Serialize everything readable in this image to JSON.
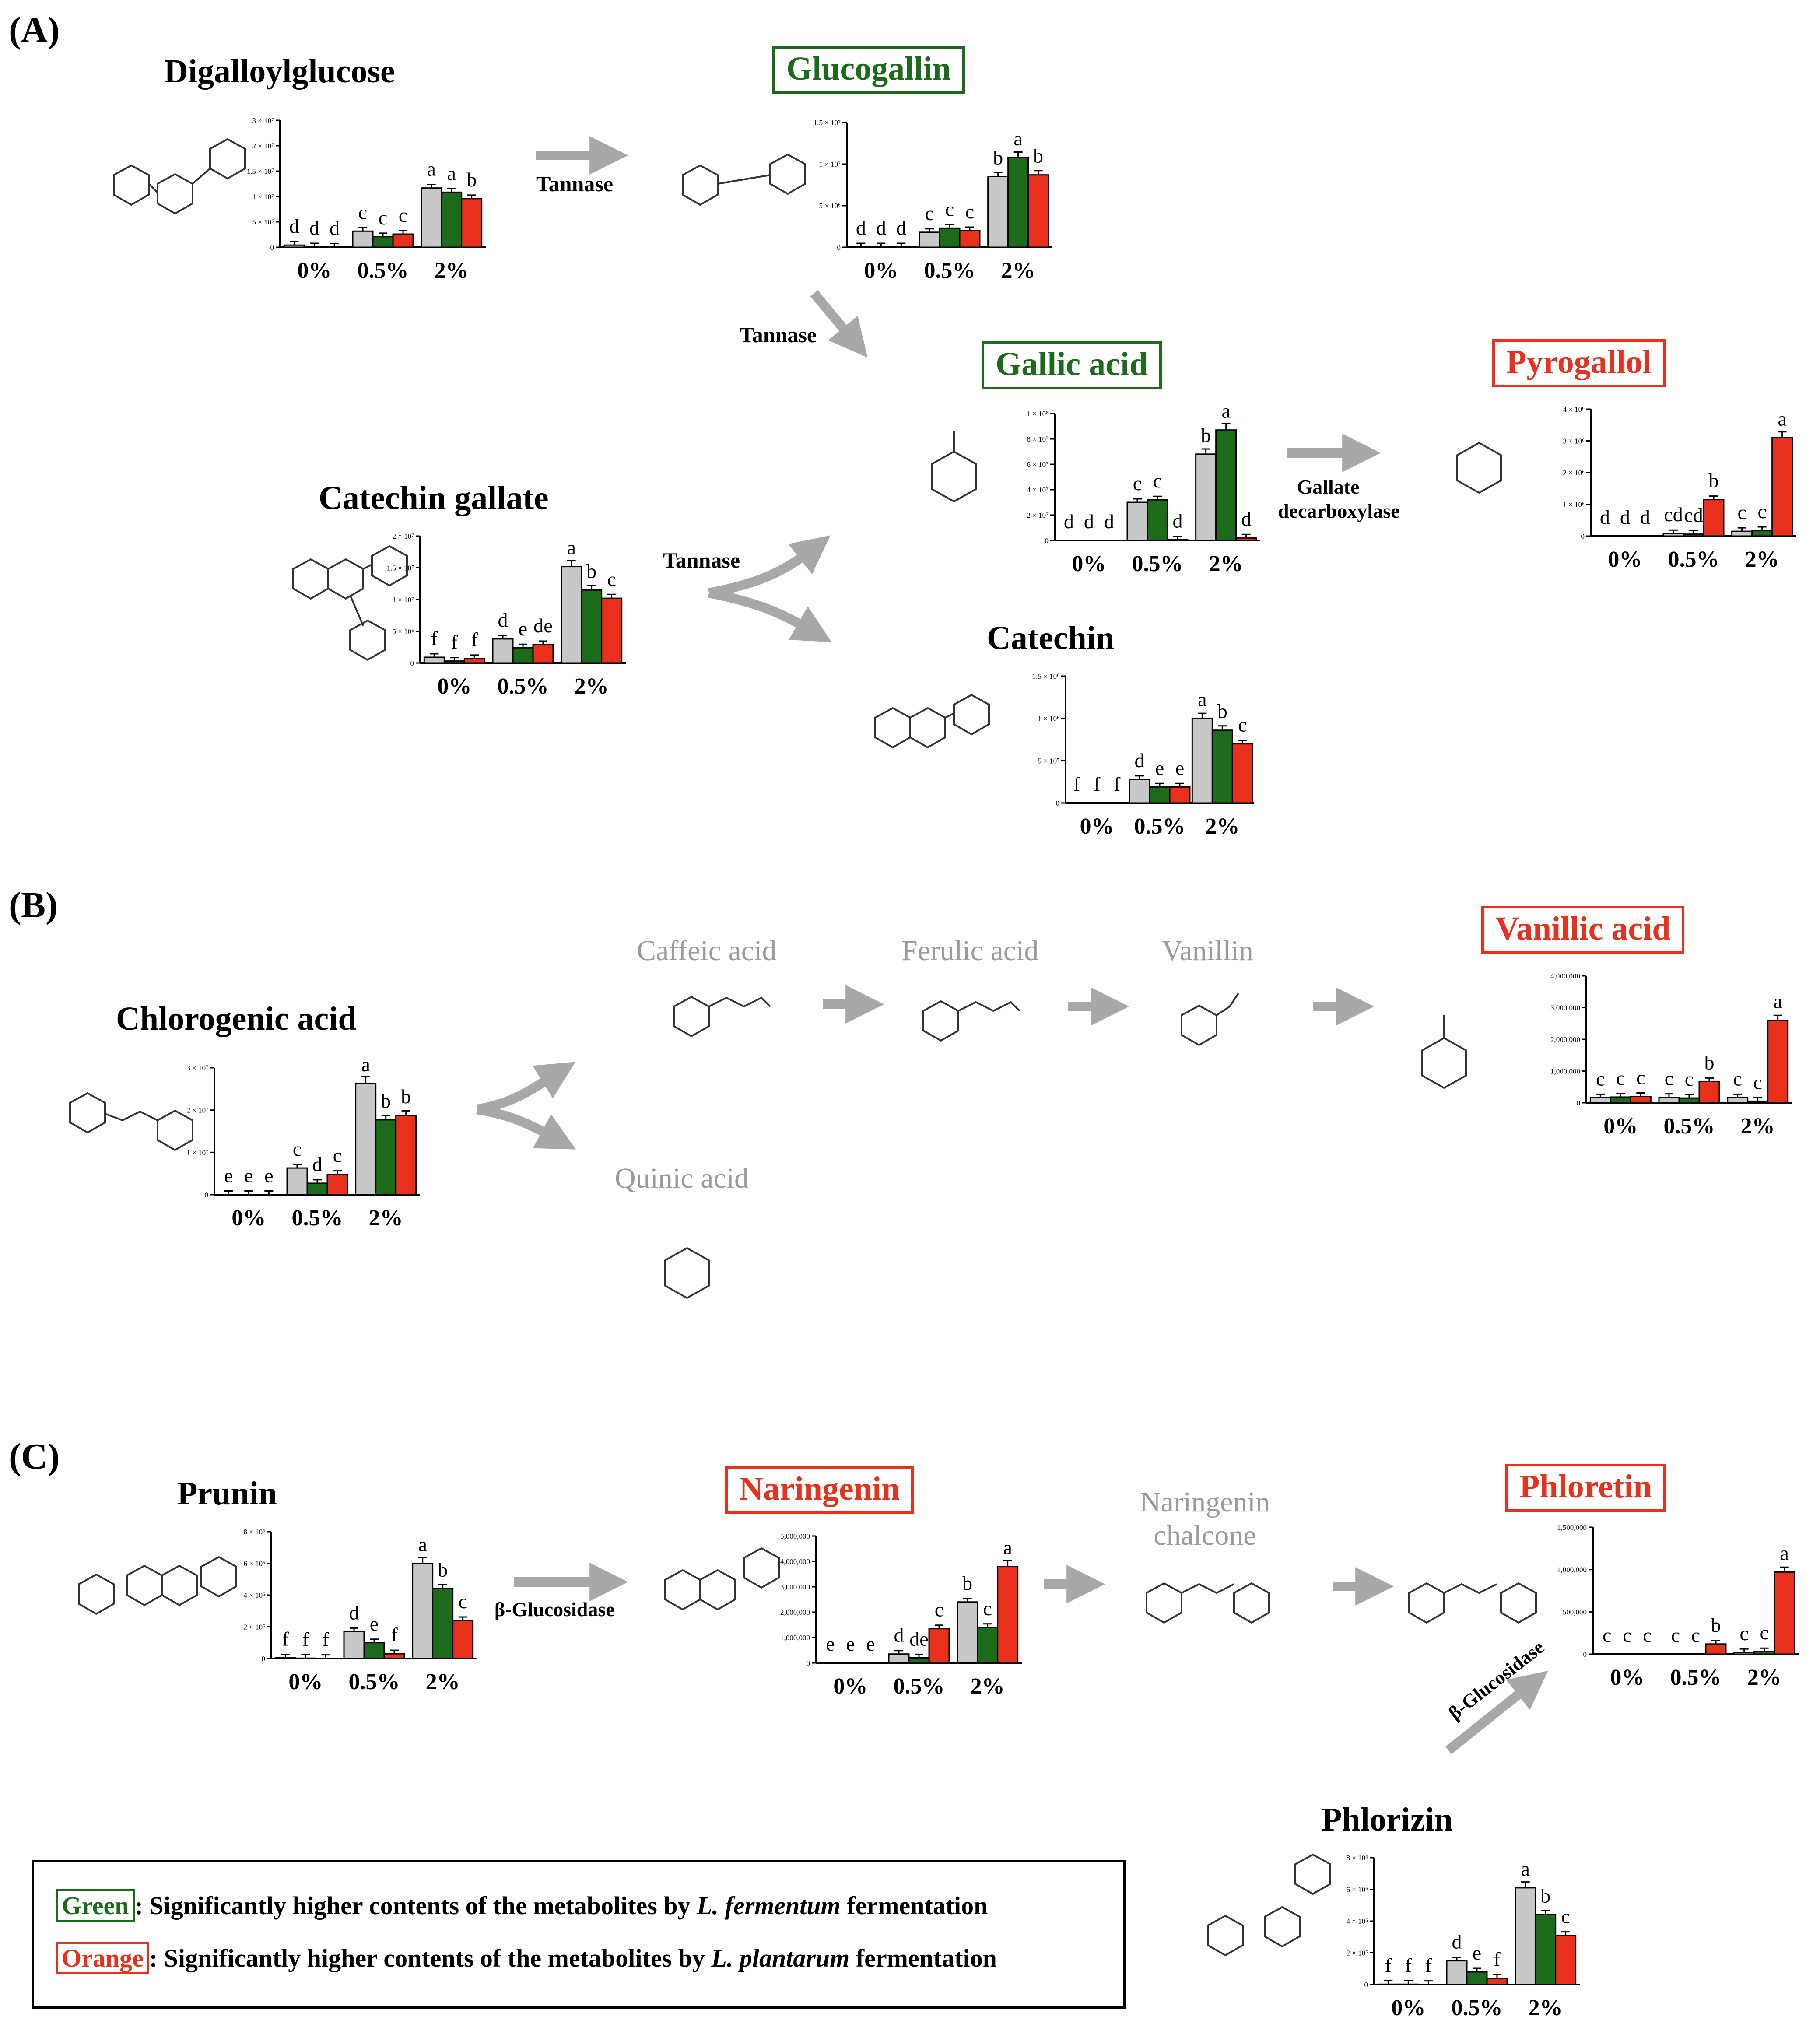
{
  "panels": {
    "a": "(A)",
    "b": "(B)",
    "c": "(C)"
  },
  "titles": {
    "digalloylglucose": "Digalloylglucose",
    "glucogallin": "Glucogallin",
    "gallic_acid": "Gallic acid",
    "pyrogallol": "Pyrogallol",
    "catechin_gallate": "Catechin gallate",
    "catechin": "Catechin",
    "chlorogenic_acid": "Chlorogenic acid",
    "caffeic_acid": "Caffeic acid",
    "ferulic_acid": "Ferulic acid",
    "vanillin": "Vanillin",
    "vanillic_acid": "Vanillic acid",
    "quinic_acid": "Quinic acid",
    "prunin": "Prunin",
    "naringenin": "Naringenin",
    "naringenin_chalcone_1": "Naringenin",
    "naringenin_chalcone_2": "chalcone",
    "phloretin": "Phloretin",
    "phlorizin": "Phlorizin"
  },
  "enzymes": {
    "tannase_1": "Tannase",
    "tannase_2": "Tannase",
    "tannase_3": "Tannase",
    "gallate_decarboxylase_1": "Gallate",
    "gallate_decarboxylase_2": "decarboxylase",
    "glucosidase_1": "β-Glucosidase",
    "glucosidase_2": "β-Glucosidase"
  },
  "legend": {
    "green_word": "Green",
    "green_text": ": Significantly higher contents of the metabolites by ",
    "green_species": "L. fermentum",
    "green_tail": " fermentation",
    "orange_word": "Orange",
    "orange_text": ": Significantly higher contents of the metabolites by ",
    "orange_species": "L. plantarum",
    "orange_tail": " fermentation"
  },
  "colors": {
    "grey_bar": "#c8c8c8",
    "green_bar": "#1b6b1b",
    "red_bar": "#e8301c",
    "arrow": "#a8a8a8",
    "highlight_green": "#1b6b1b",
    "highlight_orange": "#e8301c"
  },
  "chart_data": [
    {
      "name": "Digalloylglucose",
      "type": "bar",
      "categories": [
        "0%",
        "0.5%",
        "2%"
      ],
      "ylim": [
        0,
        30000000
      ],
      "ytick_labels": [
        "3 × 10⁷",
        "2 × 10⁷",
        "1.5 × 10⁷",
        "1 × 10⁷",
        "5 × 10⁶",
        "0"
      ],
      "series": [
        {
          "values": [
            500000,
            3800000,
            14000000
          ]
        },
        {
          "values": [
            100000,
            2500000,
            13000000
          ]
        },
        {
          "values": [
            50000,
            3100000,
            11500000
          ]
        }
      ],
      "letters": [
        [
          "d",
          "d",
          "d"
        ],
        [
          "c",
          "c",
          "c"
        ],
        [
          "a",
          "a",
          "b"
        ]
      ]
    },
    {
      "name": "Glucogallin",
      "type": "bar",
      "categories": [
        "0%",
        "0.5%",
        "2%"
      ],
      "ylim": [
        0,
        15000000
      ],
      "ytick_labels": [
        "1.5 × 10⁷",
        "1 × 10⁷",
        "5 × 10⁶",
        "0"
      ],
      "series": [
        {
          "values": [
            50000,
            1800000,
            8500000
          ]
        },
        {
          "values": [
            50000,
            2300000,
            10800000
          ]
        },
        {
          "values": [
            50000,
            2000000,
            8700000
          ]
        }
      ],
      "letters": [
        [
          "d",
          "d",
          "d"
        ],
        [
          "c",
          "c",
          "c"
        ],
        [
          "b",
          "a",
          "b"
        ]
      ]
    },
    {
      "name": "Gallic acid",
      "type": "bar",
      "categories": [
        "0%",
        "0.5%",
        "2%"
      ],
      "ylim": [
        0,
        100000000
      ],
      "ytick_labels": [
        "1 × 10⁸",
        "8 × 10⁷",
        "6 × 10⁷",
        "4 × 10⁷",
        "2 × 10⁷",
        "0"
      ],
      "series": [
        {
          "values": [
            0,
            30000000,
            68000000
          ]
        },
        {
          "values": [
            0,
            32000000,
            87000000
          ]
        },
        {
          "values": [
            0,
            500000,
            2000000
          ]
        }
      ],
      "letters": [
        [
          "d",
          "d",
          "d"
        ],
        [
          "c",
          "c",
          "d"
        ],
        [
          "b",
          "a",
          "d"
        ]
      ]
    },
    {
      "name": "Pyrogallol",
      "type": "bar",
      "categories": [
        "0%",
        "0.5%",
        "2%"
      ],
      "ylim": [
        0,
        4000000
      ],
      "ytick_labels": [
        "4 × 10⁶",
        "3 × 10⁶",
        "2 × 10⁶",
        "1 × 10⁶",
        "0"
      ],
      "series": [
        {
          "values": [
            0,
            80000,
            150000
          ]
        },
        {
          "values": [
            0,
            60000,
            180000
          ]
        },
        {
          "values": [
            0,
            1150000,
            3100000
          ]
        }
      ],
      "letters": [
        [
          "d",
          "d",
          "d"
        ],
        [
          "cd",
          "cd",
          "b"
        ],
        [
          "c",
          "c",
          "a"
        ]
      ]
    },
    {
      "name": "Catechin gallate",
      "type": "bar",
      "categories": [
        "0%",
        "0.5%",
        "2%"
      ],
      "ylim": [
        0,
        20000000
      ],
      "ytick_labels": [
        "2 × 10⁷",
        "1.5 × 10⁷",
        "1 × 10⁷",
        "5 × 10⁶",
        "0"
      ],
      "series": [
        {
          "values": [
            900000,
            3800000,
            15200000
          ]
        },
        {
          "values": [
            300000,
            2400000,
            11500000
          ]
        },
        {
          "values": [
            700000,
            2900000,
            10200000
          ]
        }
      ],
      "letters": [
        [
          "f",
          "f",
          "f"
        ],
        [
          "d",
          "e",
          "de"
        ],
        [
          "a",
          "b",
          "c"
        ]
      ]
    },
    {
      "name": "Catechin",
      "type": "bar",
      "categories": [
        "0%",
        "0.5%",
        "2%"
      ],
      "ylim": [
        0,
        1500000
      ],
      "ytick_labels": [
        "1.5 × 10⁶",
        "1 × 10⁶",
        "5 × 10⁵",
        "0"
      ],
      "series": [
        {
          "values": [
            0,
            280000,
            1000000
          ]
        },
        {
          "values": [
            0,
            190000,
            860000
          ]
        },
        {
          "values": [
            0,
            190000,
            700000
          ]
        }
      ],
      "letters": [
        [
          "f",
          "f",
          "f"
        ],
        [
          "d",
          "e",
          "e"
        ],
        [
          "a",
          "b",
          "c"
        ]
      ]
    },
    {
      "name": "Chlorogenic acid",
      "type": "bar",
      "categories": [
        "0%",
        "0.5%",
        "2%"
      ],
      "ylim": [
        0,
        30000000
      ],
      "ytick_labels": [
        "3 × 10⁷",
        "2 × 10⁷",
        "1 × 10⁷",
        "0"
      ],
      "series": [
        {
          "values": [
            50000,
            6300000,
            26300000
          ]
        },
        {
          "values": [
            50000,
            2700000,
            17700000
          ]
        },
        {
          "values": [
            50000,
            4800000,
            18700000
          ]
        }
      ],
      "letters": [
        [
          "e",
          "e",
          "e"
        ],
        [
          "c",
          "d",
          "c"
        ],
        [
          "a",
          "b",
          "b"
        ]
      ]
    },
    {
      "name": "Vanillic acid",
      "type": "bar",
      "categories": [
        "0%",
        "0.5%",
        "2%"
      ],
      "ylim": [
        0,
        4000000
      ],
      "ytick_labels": [
        "4,000,000",
        "3,000,000",
        "2,000,000",
        "1,000,000",
        "0"
      ],
      "series": [
        {
          "values": [
            160000,
            170000,
            160000
          ]
        },
        {
          "values": [
            180000,
            150000,
            50000
          ]
        },
        {
          "values": [
            200000,
            670000,
            2600000
          ]
        }
      ],
      "letters": [
        [
          "c",
          "c",
          "c"
        ],
        [
          "c",
          "c",
          "b"
        ],
        [
          "c",
          "c",
          "a"
        ]
      ]
    },
    {
      "name": "Prunin",
      "type": "bar",
      "categories": [
        "0%",
        "0.5%",
        "2%"
      ],
      "ylim": [
        0,
        8000000
      ],
      "ytick_labels": [
        "8 × 10⁶",
        "6 × 10⁶",
        "4 × 10⁶",
        "2 × 10⁶",
        "0"
      ],
      "series": [
        {
          "values": [
            40000,
            1700000,
            6000000
          ]
        },
        {
          "values": [
            20000,
            1000000,
            4400000
          ]
        },
        {
          "values": [
            10000,
            300000,
            2400000
          ]
        }
      ],
      "letters": [
        [
          "f",
          "f",
          "f"
        ],
        [
          "d",
          "e",
          "f"
        ],
        [
          "a",
          "b",
          "c"
        ]
      ]
    },
    {
      "name": "Naringenin",
      "type": "bar",
      "categories": [
        "0%",
        "0.5%",
        "2%"
      ],
      "ylim": [
        0,
        5000000
      ],
      "ytick_labels": [
        "5,000,000",
        "4,000,000",
        "3,000,000",
        "2,000,000",
        "1,000,000",
        "0"
      ],
      "series": [
        {
          "values": [
            0,
            350000,
            2400000
          ]
        },
        {
          "values": [
            0,
            200000,
            1400000
          ]
        },
        {
          "values": [
            0,
            1350000,
            3800000
          ]
        }
      ],
      "letters": [
        [
          "e",
          "e",
          "e"
        ],
        [
          "d",
          "de",
          "c"
        ],
        [
          "b",
          "c",
          "a"
        ]
      ]
    },
    {
      "name": "Phloretin",
      "type": "bar",
      "categories": [
        "0%",
        "0.5%",
        "2%"
      ],
      "ylim": [
        0,
        1500000
      ],
      "ytick_labels": [
        "1,500,000",
        "1,000,000",
        "500,000",
        "0"
      ],
      "series": [
        {
          "values": [
            0,
            0,
            20000
          ]
        },
        {
          "values": [
            0,
            0,
            30000
          ]
        },
        {
          "values": [
            0,
            120000,
            970000
          ]
        }
      ],
      "letters": [
        [
          "c",
          "c",
          "c"
        ],
        [
          "c",
          "c",
          "b"
        ],
        [
          "c",
          "c",
          "a"
        ]
      ]
    },
    {
      "name": "Phlorizin",
      "type": "bar",
      "categories": [
        "0%",
        "0.5%",
        "2%"
      ],
      "ylim": [
        0,
        8000000
      ],
      "ytick_labels": [
        "8 × 10⁶",
        "6 × 10⁶",
        "4 × 10⁶",
        "2 × 10⁶",
        "0"
      ],
      "series": [
        {
          "values": [
            20000,
            1500000,
            6100000
          ]
        },
        {
          "values": [
            20000,
            800000,
            4400000
          ]
        },
        {
          "values": [
            10000,
            400000,
            3100000
          ]
        }
      ],
      "letters": [
        [
          "f",
          "f",
          "f"
        ],
        [
          "d",
          "e",
          "f"
        ],
        [
          "a",
          "b",
          "c"
        ]
      ]
    }
  ]
}
